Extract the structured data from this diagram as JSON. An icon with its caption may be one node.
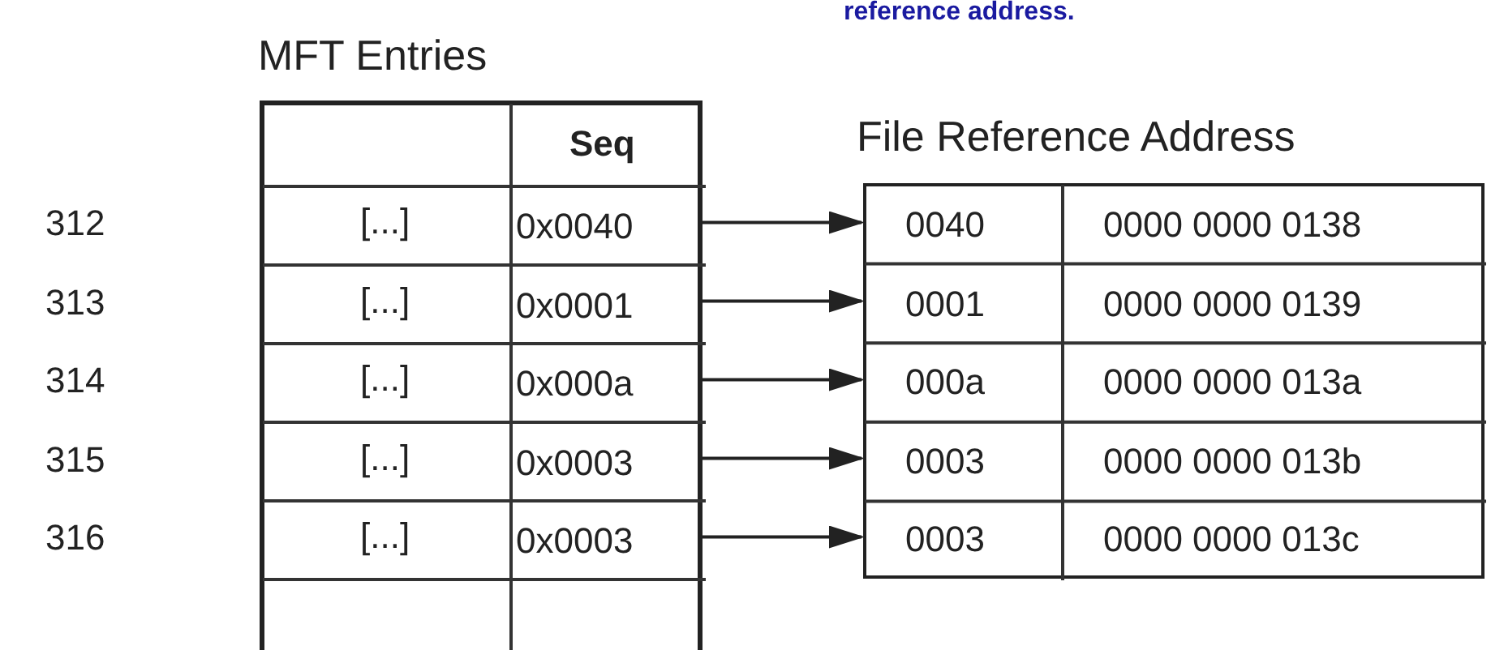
{
  "diagram": {
    "nodes": [
      {
        "text": [
          "MFT Entries"
        ]
      },
      {
        "text": [
          "0x0040"
        ],
        "in": 0
      },
      {
        "text": [
          "0x0001"
        ],
        "in": 0
      },
      {
        "text": [
          "0x000a"
        ],
        "in": 0
      },
      {
        "text": [
          "0x0003"
        ],
        "in": 0
      },
      {
        "text": [
          "0x0003"
        ],
        "in": 0
      },
      {
        "text": [
          "File Reference Address"
        ]
      },
      {
        "text": [
          "0040",
          "0000 0000 0138"
        ],
        "in": 6
      },
      {
        "text": [
          "0001",
          "0000 0000 0139"
        ],
        "in": 6
      },
      {
        "text": [
          "000a",
          "0000 0000 013a"
        ],
        "in": 6
      },
      {
        "text": [
          "0003",
          "0000 0000 013b"
        ],
        "in": 6
      },
      {
        "text": [
          "0003",
          "0000 0000 013c"
        ],
        "in": 6
      }
    ],
    "edges": [
      {
        "from": 1,
        "to": 7,
        "arrow": "to"
      },
      {
        "from": 2,
        "to": 8,
        "arrow": "to"
      },
      {
        "from": 3,
        "to": 9,
        "arrow": "to"
      },
      {
        "from": 4,
        "to": 10,
        "arrow": "to"
      },
      {
        "from": 5,
        "to": 11,
        "arrow": "to"
      }
    ],
    "labels": [
      "reference address.",
      "Seq",
      "312",
      "[...]",
      "313",
      "[...]",
      "314",
      "[...]",
      "315",
      "[...]",
      "316",
      "[...]"
    ]
  }
}
